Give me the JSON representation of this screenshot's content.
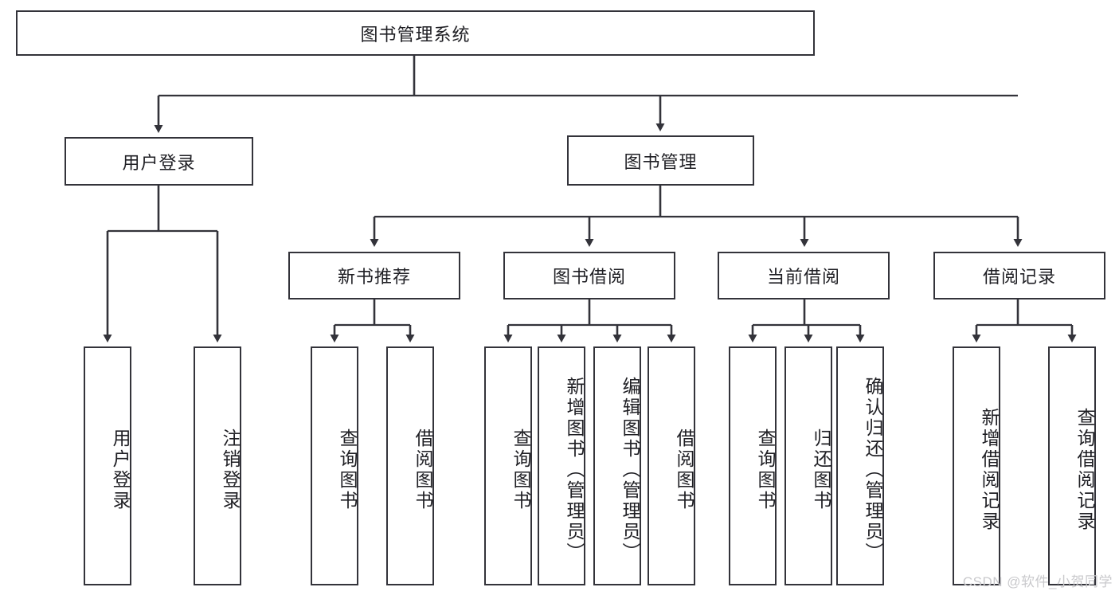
{
  "diagram": {
    "type": "tree",
    "orientation": "top-down",
    "root": {
      "id": "root",
      "label": "图书管理系统"
    },
    "level1": [
      {
        "id": "user-login",
        "label": "用户登录"
      },
      {
        "id": "book-manage",
        "label": "图书管理"
      }
    ],
    "level2": [
      {
        "id": "new-book-rec",
        "label": "新书推荐",
        "parent": "book-manage"
      },
      {
        "id": "book-borrow",
        "label": "图书借阅",
        "parent": "book-manage"
      },
      {
        "id": "current-borrow",
        "label": "当前借阅",
        "parent": "book-manage"
      },
      {
        "id": "borrow-record",
        "label": "借阅记录",
        "parent": "book-manage"
      }
    ],
    "leaves": {
      "user_login": [
        {
          "id": "leaf-user-login",
          "label": "用户登录"
        },
        {
          "id": "leaf-user-logout",
          "label": "注销登录"
        }
      ],
      "new_book_rec": [
        {
          "id": "leaf-query-book-1",
          "label": "查询图书"
        },
        {
          "id": "leaf-borrow-book-1",
          "label": "借阅图书"
        }
      ],
      "book_borrow": [
        {
          "id": "leaf-query-book-2",
          "label": "查询图书"
        },
        {
          "id": "leaf-add-book",
          "label": "新增图书（管理员）"
        },
        {
          "id": "leaf-edit-book",
          "label": "编辑图书（管理员）"
        },
        {
          "id": "leaf-borrow-book-2",
          "label": "借阅图书"
        }
      ],
      "current_borrow": [
        {
          "id": "leaf-query-book-3",
          "label": "查询图书"
        },
        {
          "id": "leaf-return-book",
          "label": "归还图书"
        },
        {
          "id": "leaf-confirm-return",
          "label": "确认归还（管理员）"
        }
      ],
      "borrow_record": [
        {
          "id": "leaf-add-record",
          "label": "新增借阅记录"
        },
        {
          "id": "leaf-query-record",
          "label": "查询借阅记录"
        }
      ]
    }
  },
  "watermark": {
    "text": "CSDN @软件_小贺同学"
  },
  "colors": {
    "box_border": "#33333a",
    "box_fill": "#ffffff",
    "text": "#1f1f24",
    "connector": "#33333a",
    "watermark": "#c9c9cc",
    "background": "#ffffff"
  }
}
